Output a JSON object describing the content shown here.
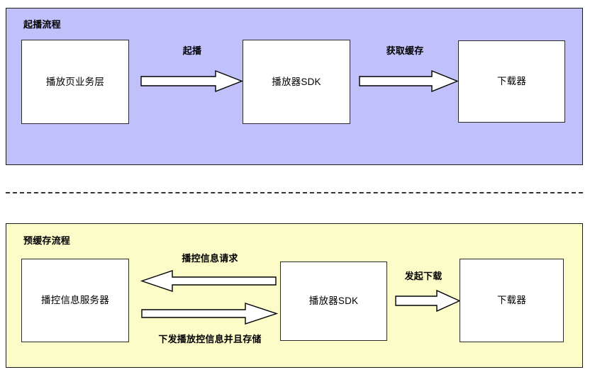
{
  "diagram": {
    "background": "#ffffff",
    "separator": {
      "name": "section-divider",
      "style": "dashed"
    },
    "regions": [
      {
        "id": "playback-start-flow",
        "title": "起播流程",
        "fill": "#c0c0fa",
        "border": "#1a1a1a",
        "nodes": [
          {
            "id": "player-page-business-layer",
            "label": "播放页业务层"
          },
          {
            "id": "player-sdk-top",
            "label": "播放器SDK"
          },
          {
            "id": "downloader-top",
            "label": "下载器"
          }
        ],
        "edges": [
          {
            "id": "edge-start-playback",
            "label": "起播",
            "direction": "right",
            "from": "player-page-business-layer",
            "to": "player-sdk-top"
          },
          {
            "id": "edge-fetch-cache",
            "label": "获取缓存",
            "direction": "right",
            "from": "player-sdk-top",
            "to": "downloader-top"
          }
        ]
      },
      {
        "id": "precache-flow",
        "title": "预缓存流程",
        "fill": "#fcfcc8",
        "border": "#1a1a1a",
        "nodes": [
          {
            "id": "playback-control-info-server",
            "label": "播控信息服务器"
          },
          {
            "id": "player-sdk-bottom",
            "label": "播放器SDK"
          },
          {
            "id": "downloader-bottom",
            "label": "下载器"
          }
        ],
        "edges": [
          {
            "id": "edge-playback-control-request",
            "label": "播控信息请求",
            "direction": "left",
            "from": "player-sdk-bottom",
            "to": "playback-control-info-server"
          },
          {
            "id": "edge-deliver-and-store",
            "label": "下发播放控信息并且存储",
            "direction": "right",
            "from": "playback-control-info-server",
            "to": "player-sdk-bottom"
          },
          {
            "id": "edge-initiate-download",
            "label": "发起下载",
            "direction": "right",
            "from": "player-sdk-bottom",
            "to": "downloader-bottom"
          }
        ]
      }
    ]
  }
}
